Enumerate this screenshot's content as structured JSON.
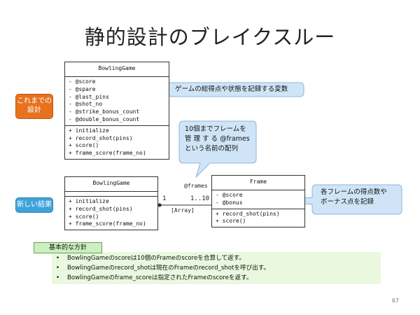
{
  "slide": {
    "title": "静的設計のブレイクスルー",
    "page_number": "67"
  },
  "old_design": {
    "tag": "これまでの\n設計",
    "class_name": "BowlingGame",
    "attributes": [
      "- @score",
      "- @spare",
      "- @last_pins",
      "- @shot_no",
      "- @strike_bonus_count",
      "- @double_bonus_count"
    ],
    "methods": [
      "+ initialize",
      "+ record_shot(pins)",
      "+ score()",
      "+ frame_score(frame_no)"
    ],
    "note": "ゲームの総得点や状態を記録する変数"
  },
  "new_design": {
    "tag": "新しい結果",
    "bowling_game": {
      "class_name": "BowlingGame",
      "methods": [
        "+ initialize",
        "+ record_shot(pins)",
        "+ score()",
        "+ frame_score(frame_no)"
      ]
    },
    "frame": {
      "class_name": "Frame",
      "attributes": [
        "- @score",
        "- @bonus"
      ],
      "methods": [
        "+ record_shot(pins)",
        "+ score()"
      ],
      "note": "各フレームの得点数や\nボーナス点を記録"
    },
    "association": {
      "role": "@frames",
      "multiplicity_left": "1",
      "multiplicity_right": "1..10",
      "constraint": "[Array]"
    },
    "frames_note": "10個までフレームを\n管 理 す る @frames\nという名前の配列"
  },
  "policy": {
    "heading": "基本的な方針",
    "items": [
      "BowlingGameのscoreは10個のFrameのscoreを合算して返す。",
      "BowlingGameのrecord_shotは現在のFrameのrecord_shotを呼び出す。",
      "BowlingGameのframe_scoreは指定されたFrameのscoreを返す。"
    ]
  },
  "colors": {
    "callout_fill": "#cfe5f7",
    "callout_stroke": "#8fb4d9",
    "tag_orange": "#e8711e",
    "tag_blue": "#3fa3d9",
    "policy_fill": "#e9f8df"
  }
}
